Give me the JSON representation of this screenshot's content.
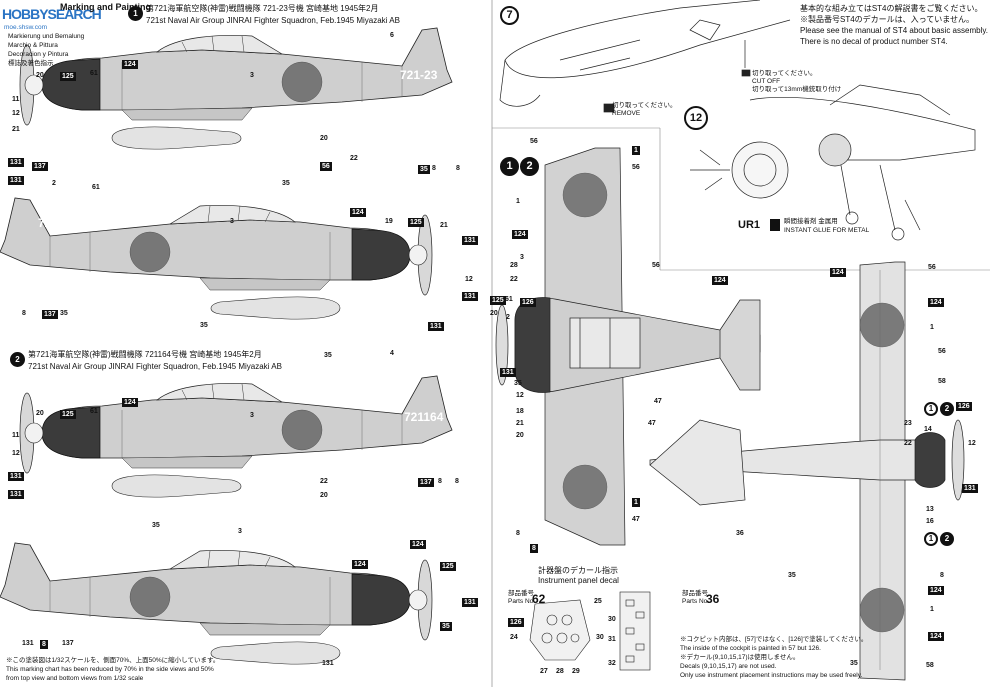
{
  "header": {
    "title_fragment": "Marking and Painting",
    "title_lang": [
      "Markierung und Bemalung",
      "Marchio & Pittura",
      "Decoracion y Pintura",
      "標誌及著色指示"
    ],
    "watermark": "HOBBYSEARCH",
    "watermark_site": "moe.shsw.com"
  },
  "scheme1": {
    "badge": "1",
    "jp": "第721海軍航空隊(神雷)戦闘機隊 721-23号機 宮崎基地 1945年2月",
    "en": "721st Naval Air Group JINRAI Fighter Squadron, Feb.1945 Miyazaki AB",
    "tail_code": "721-23"
  },
  "scheme2": {
    "badge": "2",
    "jp": "第721海軍航空隊(神雷)戦闘機隊 721164号機 宮崎基地 1945年2月",
    "en": "721st Naval Air Group JINRAI Fighter Squadron, Feb.1945 Miyazaki AB",
    "tail_code": "721164"
  },
  "step7": {
    "badge": "7",
    "cut_label_jp": "切り取ってください。",
    "cut_label_en": "CUT OFF",
    "cut_note": "切り取って13mm機銃取り付け",
    "remove_label_jp": "切り取ってください。",
    "remove_label_en": "REMOVE"
  },
  "note_box": {
    "jp1": "基本的な組み立てはST4の解説書をご覧ください。",
    "jp2": "※製品番号ST4のデカールは、入っていません。",
    "en1": "Please see the manual of ST4 about basic assembly.",
    "en2": "There is no decal of product number ST4."
  },
  "step12": {
    "badge": "12"
  },
  "ur1": {
    "label": "UR1",
    "jp": "瞬間接着剤 金属用",
    "en": "INSTANT GLUE FOR METAL"
  },
  "plan_badges": [
    "1",
    "2"
  ],
  "instrument": {
    "jp": "計器盤のデカール指示",
    "en": "Instrument panel decal",
    "parts_jp": "部品番号",
    "parts_en": "Parts No.",
    "part_a": "62",
    "part_b": "36"
  },
  "footnote_left": {
    "jp": "※この塗装図は1/32スケールを、側面70%、上面50%に縮小しています。",
    "en1": "This marking chart has been reduced by 70% in the side views and 50%",
    "en2": "from top view and bottom views from 1/32 scale"
  },
  "footnote_right": {
    "jp": "※コクピット内部は、[57]ではなく、[126]で塗装してください。",
    "en1": "The inside of the cockpit is painted in 57 but 126.",
    "jp2": "※デカール(9,10,15,17)は使用しません。",
    "en2": "Decals (9,10,15,17) are not used.",
    "en3": "Only use instrument placement instructions may be used freely."
  },
  "callouts": {
    "side1": [
      "3",
      "124",
      "6",
      "61",
      "125",
      "20",
      "11",
      "12",
      "21",
      "131",
      "131",
      "2",
      "61",
      "137",
      "8",
      "56",
      "35",
      "35",
      "8",
      "22",
      "20"
    ],
    "side2": [
      "3",
      "124",
      "19",
      "125",
      "21",
      "131",
      "12",
      "137",
      "35",
      "8",
      "131",
      "131",
      "35",
      "35"
    ],
    "side3": [
      "3",
      "4",
      "124",
      "125",
      "61",
      "20",
      "11",
      "12",
      "131",
      "131",
      "137",
      "8",
      "35",
      "8",
      "22",
      "20"
    ],
    "side4": [
      "3",
      "124",
      "125",
      "131",
      "8",
      "137",
      "35",
      "131",
      "131",
      "35"
    ],
    "plan_top": [
      "56",
      "1",
      "56",
      "1",
      "124",
      "3",
      "28",
      "22",
      "124",
      "125",
      "61",
      "56",
      "20",
      "131",
      "126",
      "2",
      "35",
      "12",
      "18",
      "21",
      "20",
      "8",
      "47",
      "1",
      "47",
      "8",
      "47"
    ],
    "plan_bottom": [
      "56",
      "124",
      "1",
      "124",
      "56",
      "58",
      "1",
      "2",
      "126",
      "23",
      "14",
      "22",
      "12",
      "131",
      "13",
      "16",
      "1",
      "2",
      "8",
      "36",
      "35",
      "124",
      "35",
      "1",
      "124",
      "58"
    ],
    "instrument_a": [
      "25",
      "126",
      "24",
      "27",
      "28",
      "29",
      "30"
    ],
    "instrument_b": [
      "30",
      "31",
      "32"
    ],
    "color_codes": [
      "124",
      "56",
      "35",
      "8",
      "131"
    ]
  }
}
